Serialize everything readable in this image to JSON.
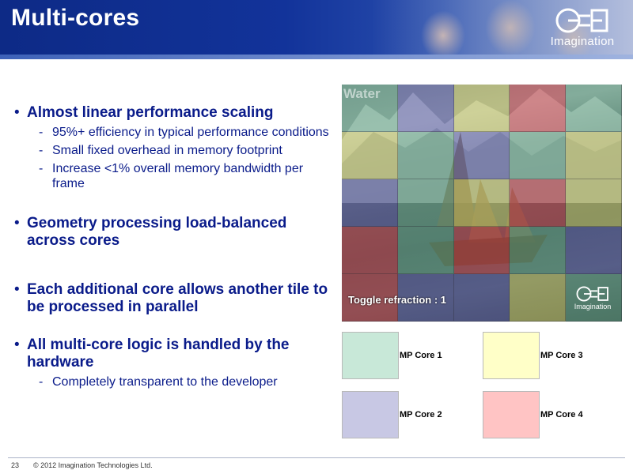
{
  "header": {
    "title": "Multi-cores",
    "logo_text": "Imagination",
    "background": "#0d2a86"
  },
  "bullets": [
    {
      "text": "Almost linear performance scaling",
      "subs": [
        "95%+ efficiency in typical performance conditions",
        "Small fixed overhead in memory footprint",
        "Increase <1% overall memory bandwidth per frame"
      ]
    },
    {
      "text": "Geometry processing load-balanced across cores",
      "subs": []
    },
    {
      "text": "Each additional core allows another tile to be processed in parallel",
      "subs": []
    },
    {
      "text": "All multi-core logic is handled by the hardware",
      "subs": [
        "Completely transparent to the developer"
      ]
    }
  ],
  "scene": {
    "label": "Water",
    "toggle_text": "Toggle refraction : 1",
    "logo_text": "Imagination",
    "tile_colors": {
      "core1": "rgba(120,200,150,0.45)",
      "core2": "rgba(110,110,190,0.45)",
      "core3": "rgba(230,230,110,0.50)",
      "core4": "rgba(230,80,80,0.50)"
    },
    "tile_cores": [
      [
        1,
        2,
        3,
        4,
        1
      ],
      [
        3,
        1,
        2,
        1,
        3
      ],
      [
        2,
        1,
        3,
        4,
        3
      ],
      [
        4,
        1,
        4,
        1,
        2
      ],
      [
        4,
        2,
        2,
        3,
        1
      ]
    ]
  },
  "legend": [
    {
      "label": "MP Core 1",
      "color": "#c8e8d8"
    },
    {
      "label": "MP Core 3",
      "color": "#ffffc8"
    },
    {
      "label": "MP Core 2",
      "color": "#c8c8e4"
    },
    {
      "label": "MP Core 4",
      "color": "#ffc4c4"
    }
  ],
  "footer": {
    "page_number": "23",
    "copyright": "© 2012 Imagination Technologies Ltd."
  }
}
